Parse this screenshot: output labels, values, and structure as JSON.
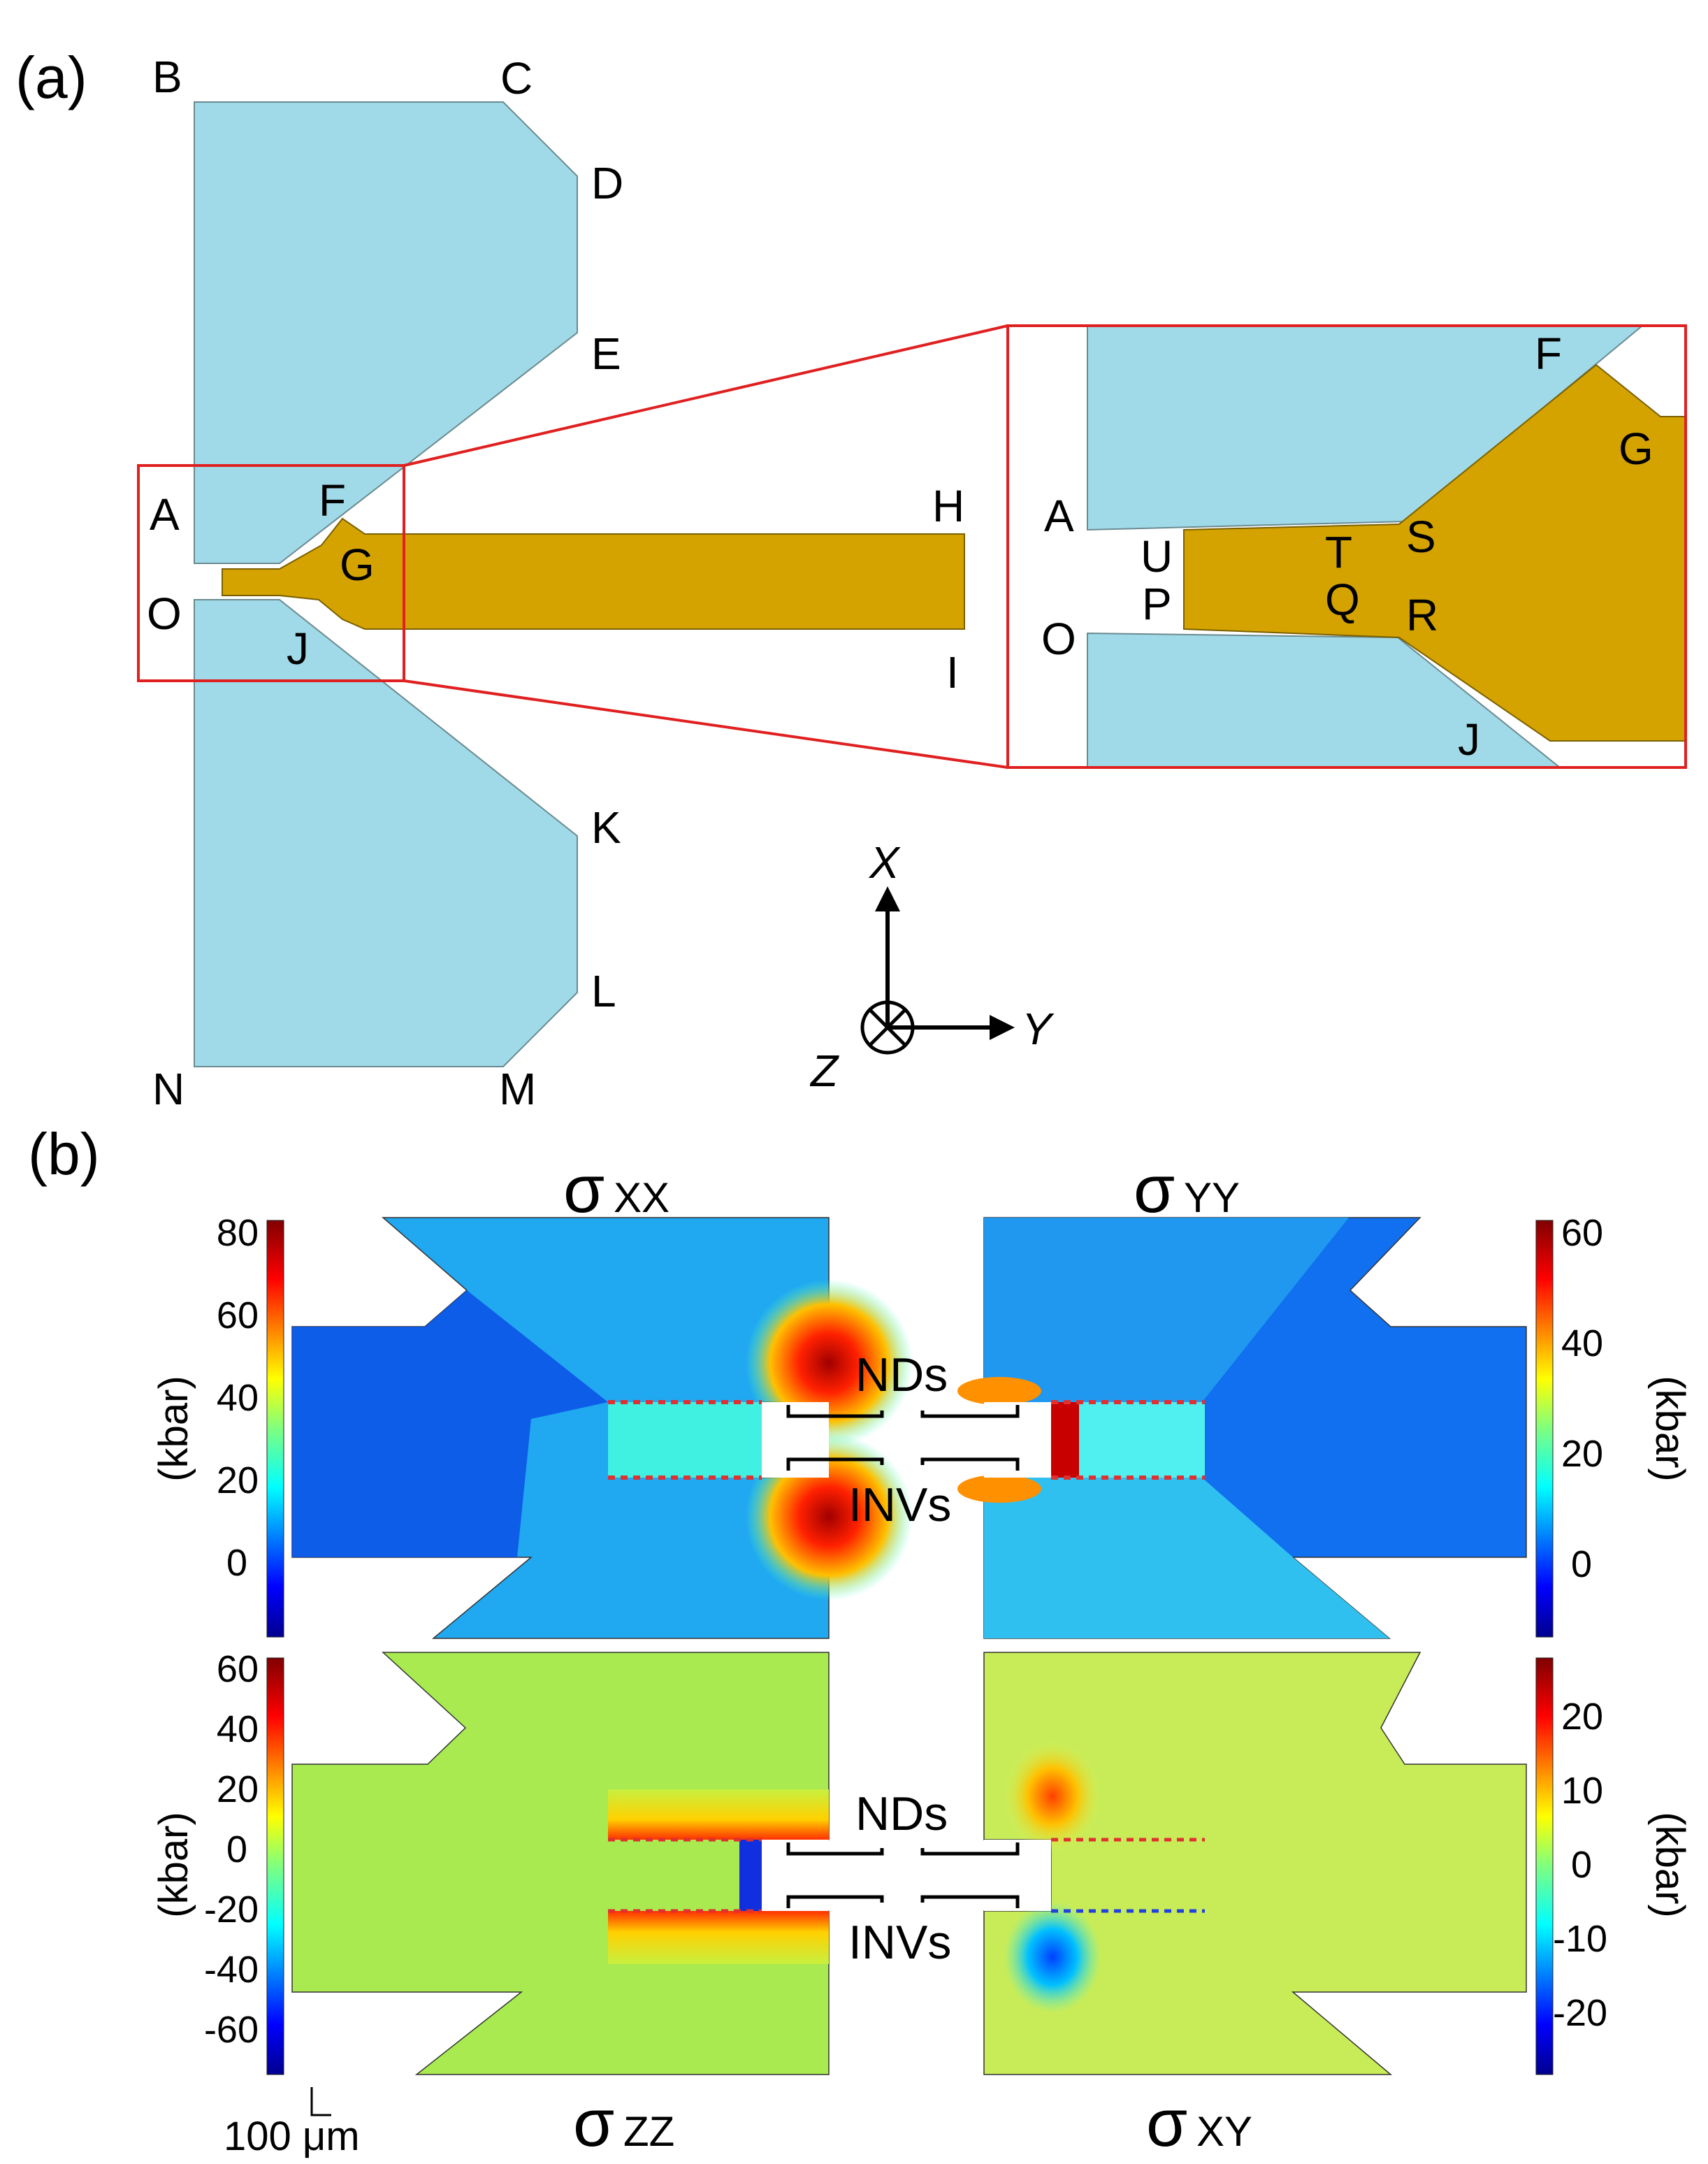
{
  "panel_a": {
    "label": "(a)",
    "points": [
      "A",
      "B",
      "C",
      "D",
      "E",
      "F",
      "G",
      "H",
      "I",
      "J",
      "K",
      "L",
      "M",
      "N",
      "O"
    ],
    "inset_points": [
      "A",
      "O",
      "U",
      "P",
      "T",
      "Q",
      "S",
      "R",
      "F",
      "G",
      "J"
    ],
    "axes": {
      "x": "X",
      "y": "Y",
      "z": "Z"
    },
    "colors": {
      "anvil": "#a0dae8",
      "gasket": "#d4a300",
      "zoom_frame": "#e02020"
    }
  },
  "panel_b": {
    "label": "(b)",
    "maps": [
      {
        "symbol": "σ",
        "subscript": "XX",
        "unit": "(kbar)",
        "ticks": [
          "80",
          "60",
          "40",
          "20",
          "0"
        ]
      },
      {
        "symbol": "σ",
        "subscript": "YY",
        "unit": "(kbar)",
        "ticks": [
          "60",
          "40",
          "20",
          "0"
        ]
      },
      {
        "symbol": "σ",
        "subscript": "ZZ",
        "unit": "(kbar)",
        "ticks": [
          "60",
          "40",
          "20",
          "0",
          "-20",
          "-40",
          "-60"
        ]
      },
      {
        "symbol": "σ",
        "subscript": "XY",
        "unit": "(kbar)",
        "ticks": [
          "20",
          "10",
          "0",
          "-10",
          "-20"
        ]
      }
    ],
    "annotations": {
      "nds": "NDs",
      "invs": "INVs"
    },
    "scale_bar": "100 μm",
    "colormap": "jet"
  }
}
